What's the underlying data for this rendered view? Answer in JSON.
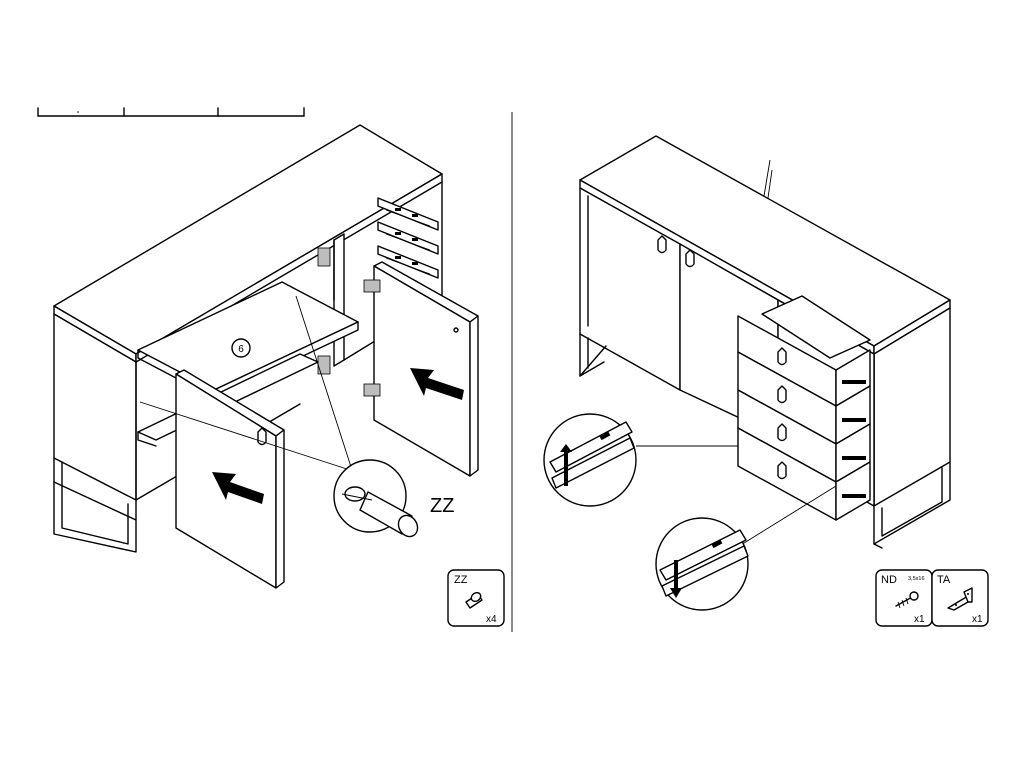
{
  "left_panel": {
    "step_number": "6",
    "callout_label": "ZZ",
    "parts_box": {
      "code": "ZZ",
      "quantity": "x4",
      "icon": "dowel-pin-icon"
    }
  },
  "right_panel": {
    "parts_box_nd": {
      "code": "ND",
      "size": "3,5x16",
      "quantity": "x1",
      "icon": "screw-icon"
    },
    "parts_box_ta": {
      "code": "TA",
      "quantity": "x1",
      "icon": "angle-bracket-icon"
    }
  }
}
